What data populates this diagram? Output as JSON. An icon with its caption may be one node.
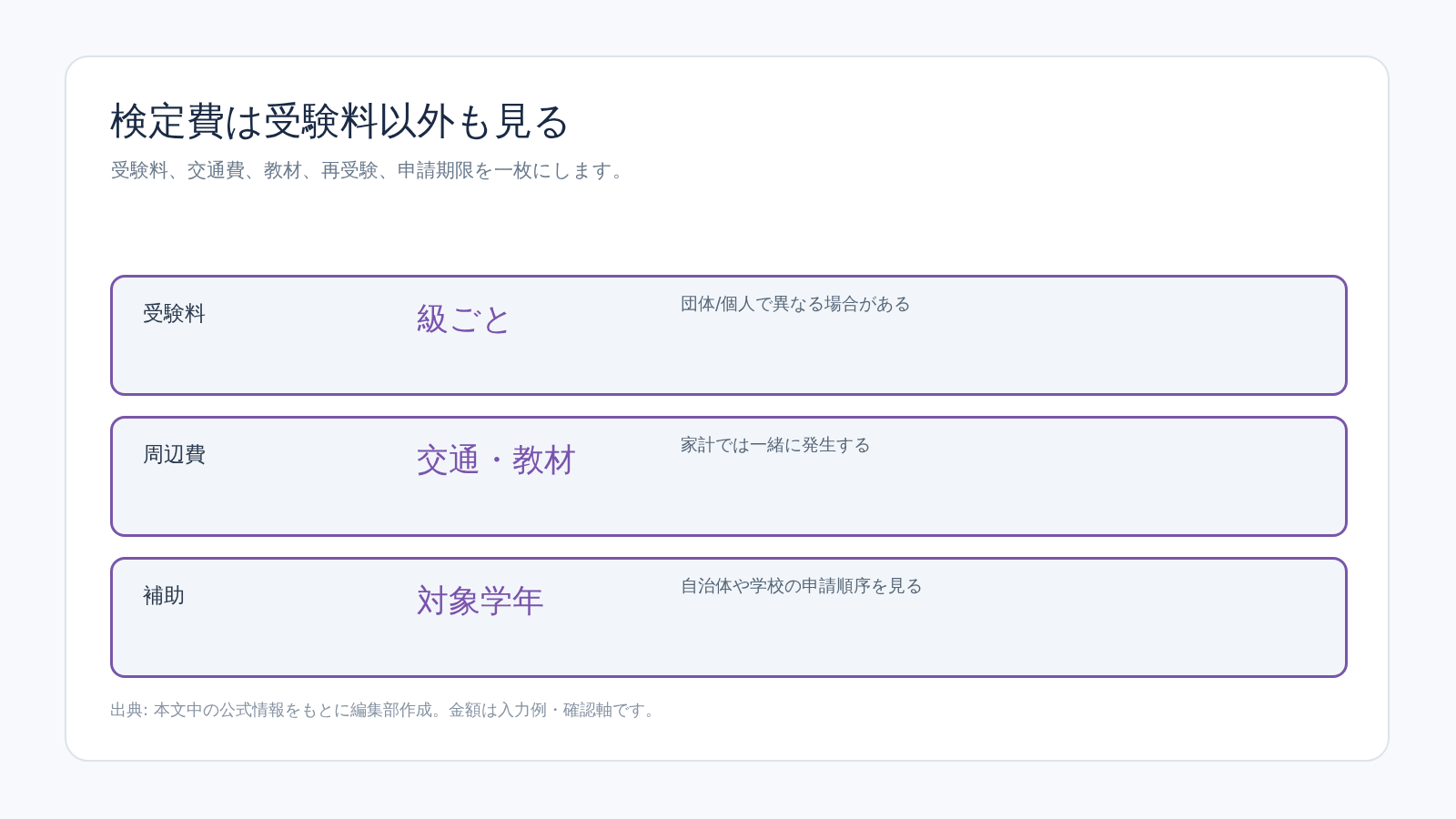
{
  "diagram": {
    "title": "検定費は受験料以外も見る",
    "nodes": [
      {
        "text": [
          "受験料",
          "級ごと",
          "団体/個人で異なる場合がある"
        ]
      },
      {
        "text": [
          "周辺費",
          "交通・教材",
          "家計では一緒に発生する"
        ]
      },
      {
        "text": [
          "補助",
          "対象学年",
          "自治体や学校の申請順序を見る"
        ]
      }
    ],
    "labels": [
      "受験料、交通費、教材、再受験、申請期限を一枚にします。"
    ],
    "caption": "出典: 本文中の公式情報をもとに編集部作成。金額は入力例・確認軸です。"
  }
}
